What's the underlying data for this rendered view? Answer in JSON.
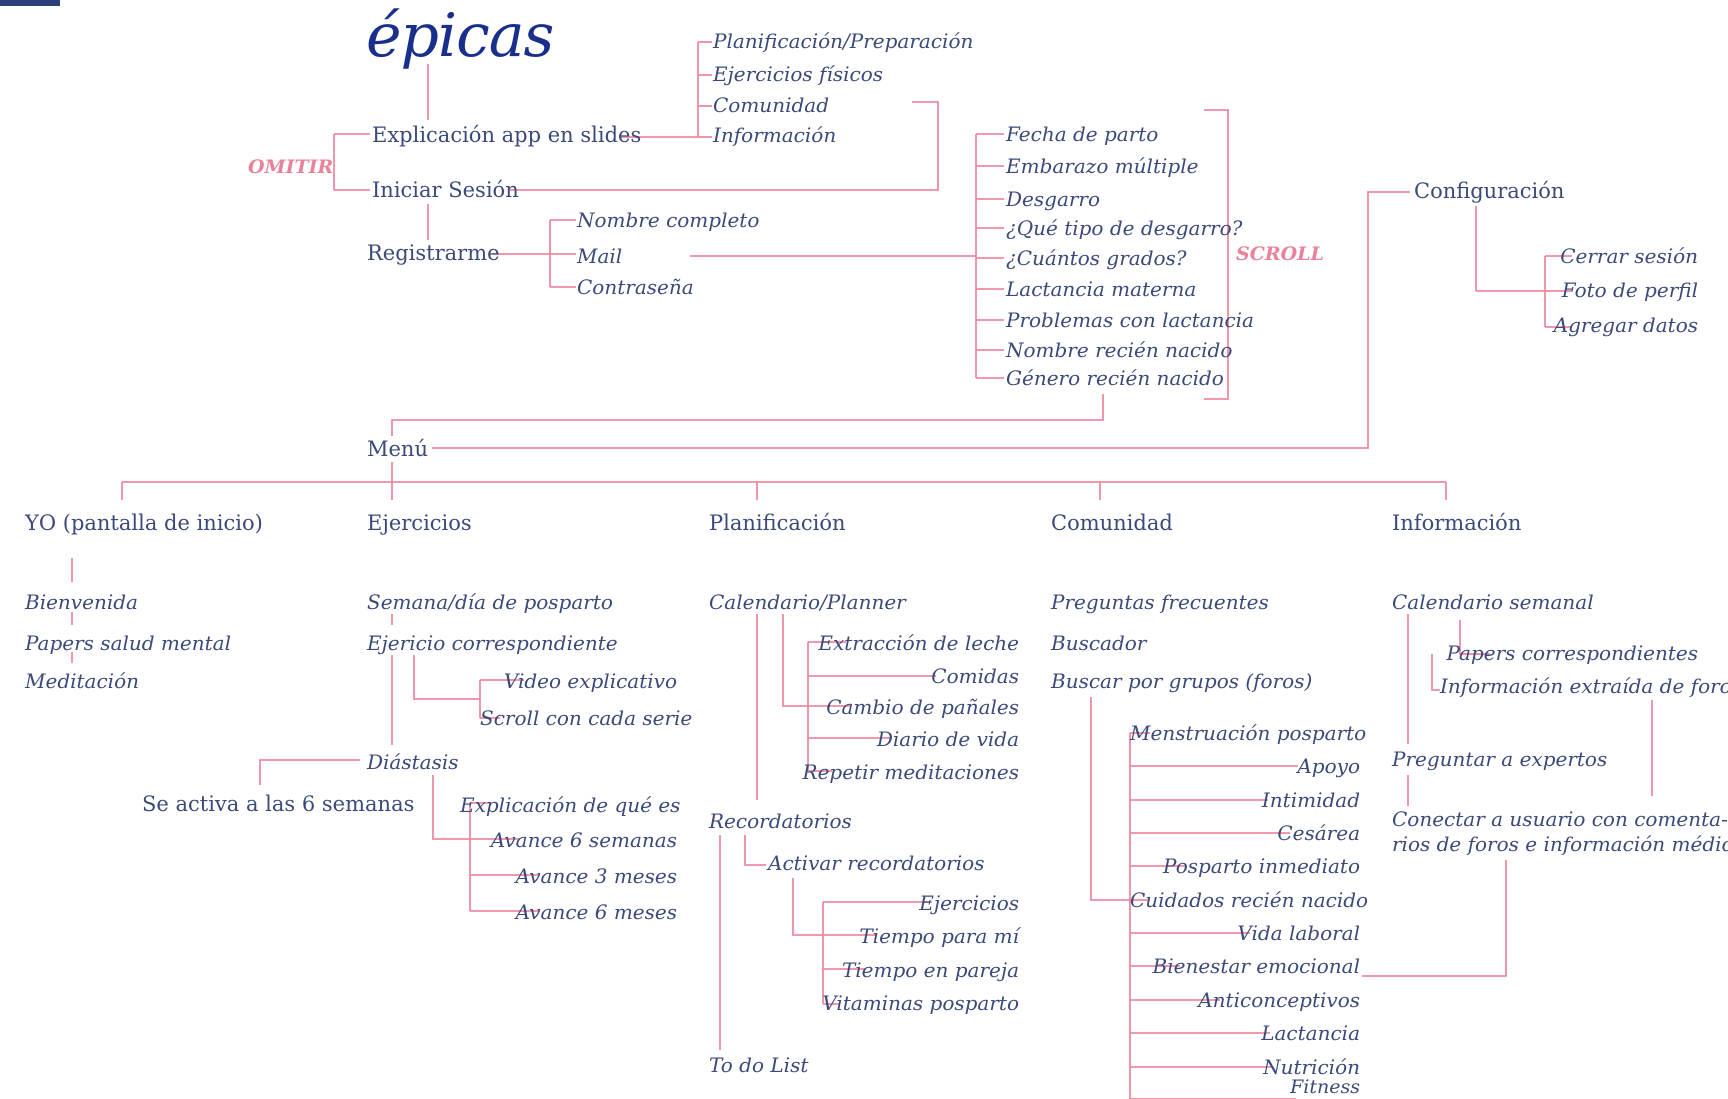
{
  "colors": {
    "line": "#ef8aa0",
    "text": "#3b4a7a",
    "logo": "#1a2f8c",
    "tag": "#e8839b"
  },
  "logo": "épicas",
  "tags": {
    "omitir": "OMITIR",
    "scroll": "SCROLL"
  },
  "onboarding": {
    "slides": "Explicación app en slides",
    "slides_items": [
      "Planificación/Preparación",
      "Ejercicios físicos",
      "Comunidad",
      "Información"
    ],
    "login": "Iniciar Sesión",
    "register": "Registrarme",
    "register_items": [
      "Nombre completo",
      "Mail",
      "Contraseña"
    ],
    "profile_items": [
      "Fecha de parto",
      "Embarazo múltiple",
      "Desgarro",
      "¿Qué tipo de desgarro?",
      "¿Cuántos grados?",
      "Lactancia materna",
      "Problemas con lactancia",
      "Nombre recién nacido",
      "Género recién nacido"
    ]
  },
  "config": {
    "title": "Configuración",
    "items": [
      "Cerrar sesión",
      "Foto de perfil",
      "Agregar datos"
    ]
  },
  "menu": "Menú",
  "yo": {
    "title": "YO (pantalla de inicio)",
    "items": [
      "Bienvenida",
      "Papers salud mental",
      "Meditación"
    ]
  },
  "ejercicios": {
    "title": "Ejercicios",
    "week": "Semana/día de posparto",
    "correspondiente": "Ejericio correspondiente",
    "correspondiente_items": [
      "Video explicativo",
      "Scroll con cada serie"
    ],
    "diastasis": "Diástasis",
    "activa": "Se activa a las 6 semanas",
    "diastasis_items": [
      "Explicación de qué es",
      "Avance 6 semanas",
      "Avance 3 meses",
      "Avance 6 meses"
    ]
  },
  "planificacion": {
    "title": "Planificación",
    "calendario": "Calendario/Planner",
    "calendario_items": [
      "Extracción de leche",
      "Comidas",
      "Cambio de pañales",
      "Diario de vida",
      "Repetir meditaciones"
    ],
    "recordatorios": "Recordatorios",
    "activar": "Activar recordatorios",
    "activar_items": [
      "Ejercicios",
      "Tiempo para mí",
      "Tiempo en pareja",
      "Vitaminas posparto"
    ],
    "todo": "To do List"
  },
  "comunidad": {
    "title": "Comunidad",
    "faq": "Preguntas frecuentes",
    "buscador": "Buscador",
    "grupos": "Buscar por grupos (foros)",
    "grupos_items": [
      "Menstruación posparto",
      "Apoyo",
      "Intimidad",
      "Cesárea",
      "Posparto inmediato",
      "Cuidados recién nacido",
      "Vida laboral",
      "Bienestar emocional",
      "Anticonceptivos",
      "Lactancia",
      "Nutrición",
      "Fitness"
    ]
  },
  "informacion": {
    "title": "Información",
    "calendario": "Calendario semanal",
    "calendario_items": [
      "Papers correspondientes",
      "Información extraída de foros"
    ],
    "expertos": "Preguntar a expertos",
    "conectar_1": "Conectar a usuario con comenta-",
    "conectar_2": "rios de foros e información médica"
  }
}
